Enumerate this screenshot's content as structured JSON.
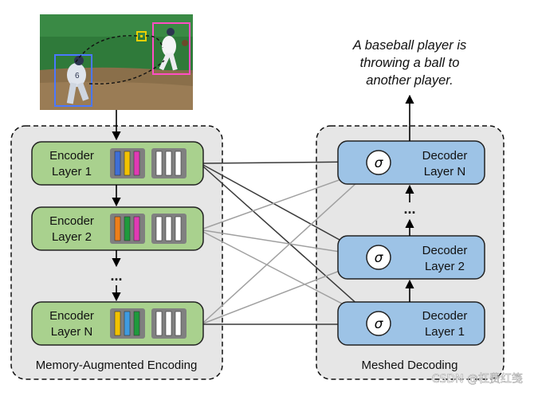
{
  "caption": {
    "line1": "A baseball player is",
    "line2": "throwing a ball to",
    "line3": "another player."
  },
  "photo": {
    "player_number": "6",
    "colors": {
      "left_box": "#4a78ff",
      "right_box": "#ff4ec4",
      "ball_box": "#f0d000"
    }
  },
  "encoder": {
    "section_label": "Memory-Augmented Encoding",
    "ellipsis": "...",
    "layers": [
      {
        "line1": "Encoder",
        "line2": "Layer 1",
        "bars": [
          "#3f6fd6",
          "#f2c200",
          "#e13ab4"
        ]
      },
      {
        "line1": "Encoder",
        "line2": "Layer 2",
        "bars": [
          "#ef7f1a",
          "#1f9a3c",
          "#e13ab4"
        ]
      },
      {
        "line1": "Encoder",
        "line2": "Layer N",
        "bars": [
          "#f2c200",
          "#3f9be0",
          "#1f9a3c"
        ]
      }
    ]
  },
  "decoder": {
    "section_label": "Meshed Decoding",
    "ellipsis": "...",
    "sigma": "σ",
    "layers": [
      {
        "line1": "Decoder",
        "line2": "Layer N"
      },
      {
        "line1": "Decoder",
        "line2": "Layer 2"
      },
      {
        "line1": "Decoder",
        "line2": "Layer 1"
      }
    ]
  },
  "watermark": "CSDN @杠费红笺",
  "colors": {
    "encoder_fill": "#a9d18e",
    "decoder_fill": "#9dc3e6",
    "panel_fill": "#e6e6e6",
    "memory_slot": "#ffffff",
    "memory_bg": "#808080"
  }
}
